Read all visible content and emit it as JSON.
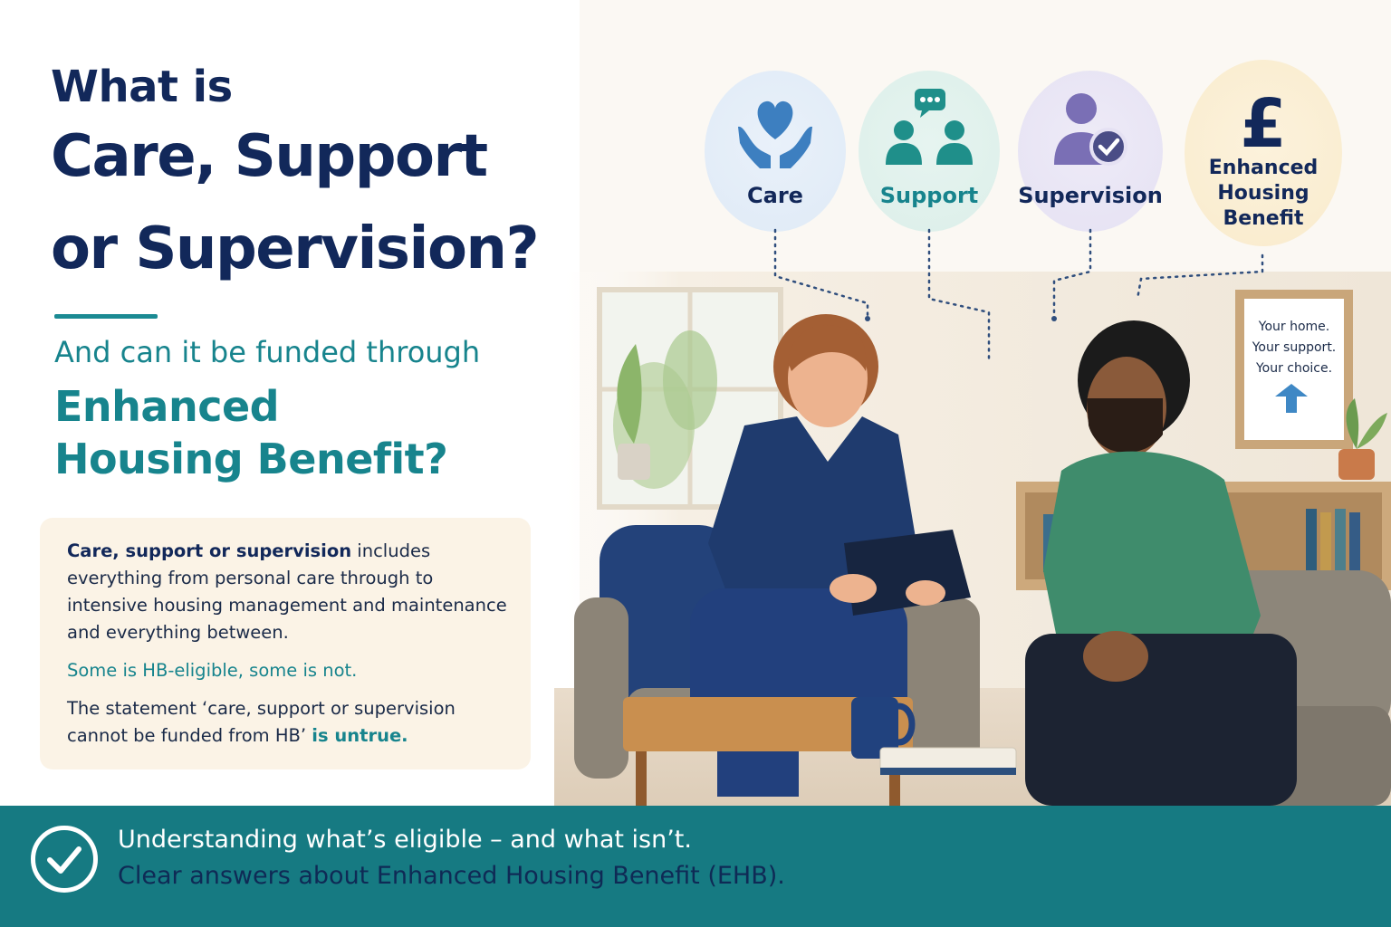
{
  "headline": {
    "line1": "What is",
    "line2": "Care, Support",
    "line3": "or Supervision?"
  },
  "subheadline": {
    "line1": "And can it be funded through",
    "line2": "Enhanced",
    "line3": "Housing Benefit?"
  },
  "infobox": {
    "p1_strong": "Care, support or supervision",
    "p1_rest": " includes everything from personal care through to intensive housing management and maintenance and everything between.",
    "p2": "Some is HB-eligible, some is not.",
    "p3_rest": "The statement ‘care, support or supervision cannot be funded from HB’ ",
    "p3_strong": "is untrue."
  },
  "bubbles": [
    {
      "label": "Care",
      "icon": "hands-heart-icon",
      "color": "#3d7fc0"
    },
    {
      "label": "Support",
      "icon": "people-chat-icon",
      "color": "#1f8f8a"
    },
    {
      "label": "Supervision",
      "icon": "person-check-icon",
      "color": "#7a6fb5"
    },
    {
      "label_lines": [
        "Enhanced",
        "Housing",
        "Benefit"
      ],
      "icon": "pound-sign-icon",
      "glyph": "£",
      "color": "#12285a"
    }
  ],
  "poster": {
    "line1": "Your home.",
    "line2": "Your support.",
    "line3": "Your choice.",
    "icon": "house-icon"
  },
  "footer": {
    "line1": "Understanding what’s eligible – and what isn’t.",
    "line2": "Clear answers about Enhanced Housing Benefit (EHB).",
    "icon": "check-circle-icon"
  },
  "colors": {
    "navy": "#12285a",
    "teal": "#17848d",
    "footer": "#167a82"
  }
}
